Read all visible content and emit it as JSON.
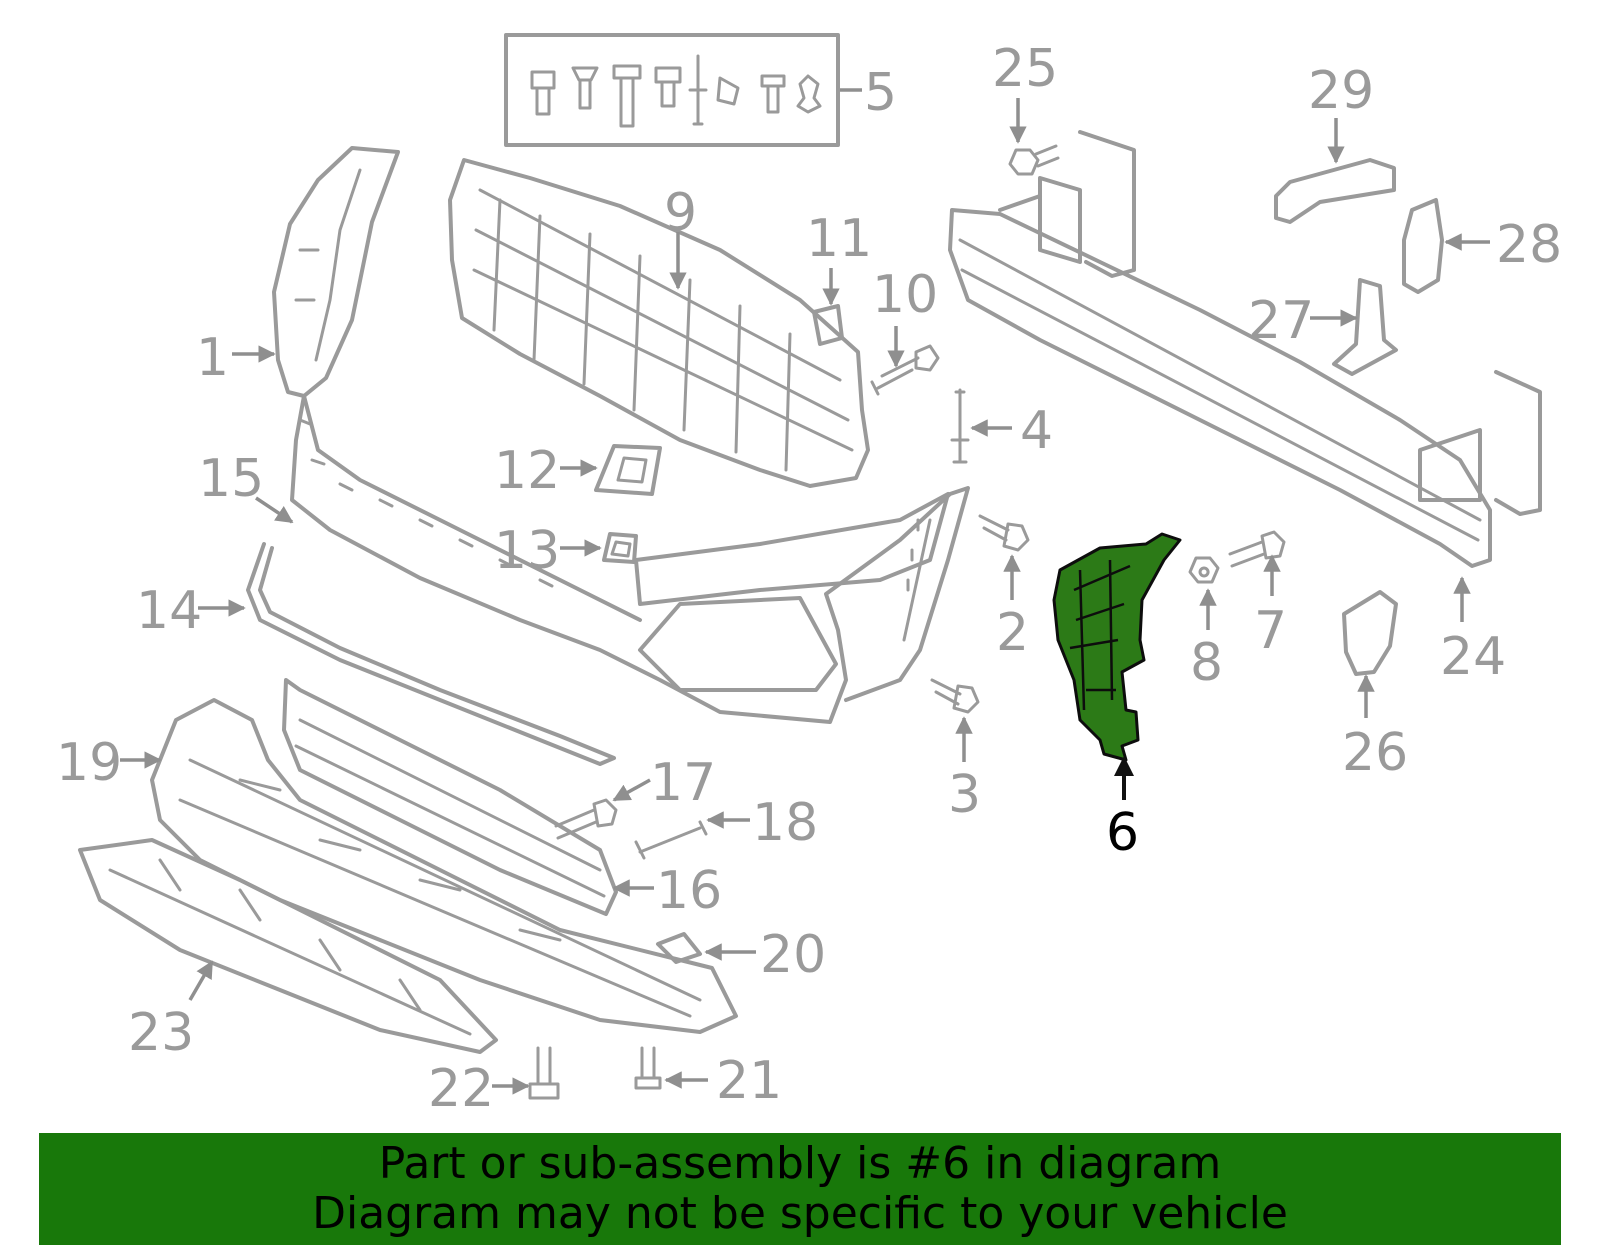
{
  "callouts": {
    "p1": "1",
    "p2": "2",
    "p3": "3",
    "p4": "4",
    "p5": "5",
    "p6": "6",
    "p7": "7",
    "p8": "8",
    "p9": "9",
    "p10": "10",
    "p11": "11",
    "p12": "12",
    "p13": "13",
    "p14": "14",
    "p15": "15",
    "p16": "16",
    "p17": "17",
    "p18": "18",
    "p19": "19",
    "p20": "20",
    "p21": "21",
    "p22": "22",
    "p23": "23",
    "p24": "24",
    "p25": "25",
    "p26": "26",
    "p27": "27",
    "p28": "28",
    "p29": "29"
  },
  "highlighted_part": "6",
  "colors": {
    "highlight_fill": "#2c7a17",
    "banner_bg": "#18780a",
    "line_gray": "#9a9a9a"
  },
  "banner": {
    "line1": "Part or sub-assembly is #6 in diagram",
    "line2": "Diagram may not be specific to your vehicle"
  }
}
